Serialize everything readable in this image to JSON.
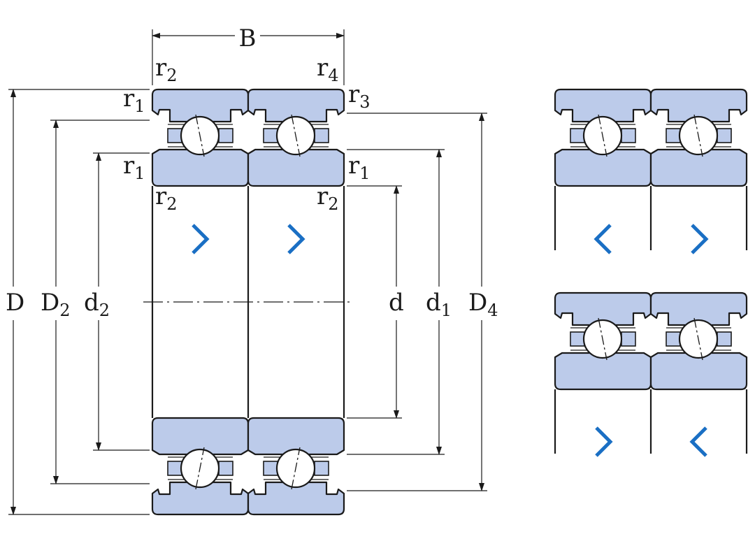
{
  "labels": {
    "B": "B",
    "D": "D",
    "D2": "D",
    "D2_sub": "2",
    "d2": "d",
    "d2_sub": "2",
    "d": "d",
    "d1": "d",
    "d1_sub": "1",
    "D4": "D",
    "D4_sub": "4",
    "r_top_left": "r",
    "r_top_left_sub": "2",
    "r_top_right": "r",
    "r_top_right_sub": "4",
    "r_outer_left": "r",
    "r_outer_left_sub": "1",
    "r_outer_right": "r",
    "r_outer_right_sub": "3",
    "r_inner_left": "r",
    "r_inner_left_sub": "1",
    "r_inner_right": "r",
    "r_inner_right_sub": "1",
    "r_bottom_left": "r",
    "r_bottom_left_sub": "2",
    "r_bottom_right": "r",
    "r_bottom_right_sub": "2"
  },
  "colors": {
    "ring_fill": "#bccbea",
    "arrow_blue": "#1a6fc4",
    "line": "#1a1a1a"
  },
  "arrangements": {
    "main": [
      "right",
      "right"
    ],
    "top_right": [
      "left",
      "right"
    ],
    "bottom_right": [
      "right",
      "left"
    ]
  }
}
